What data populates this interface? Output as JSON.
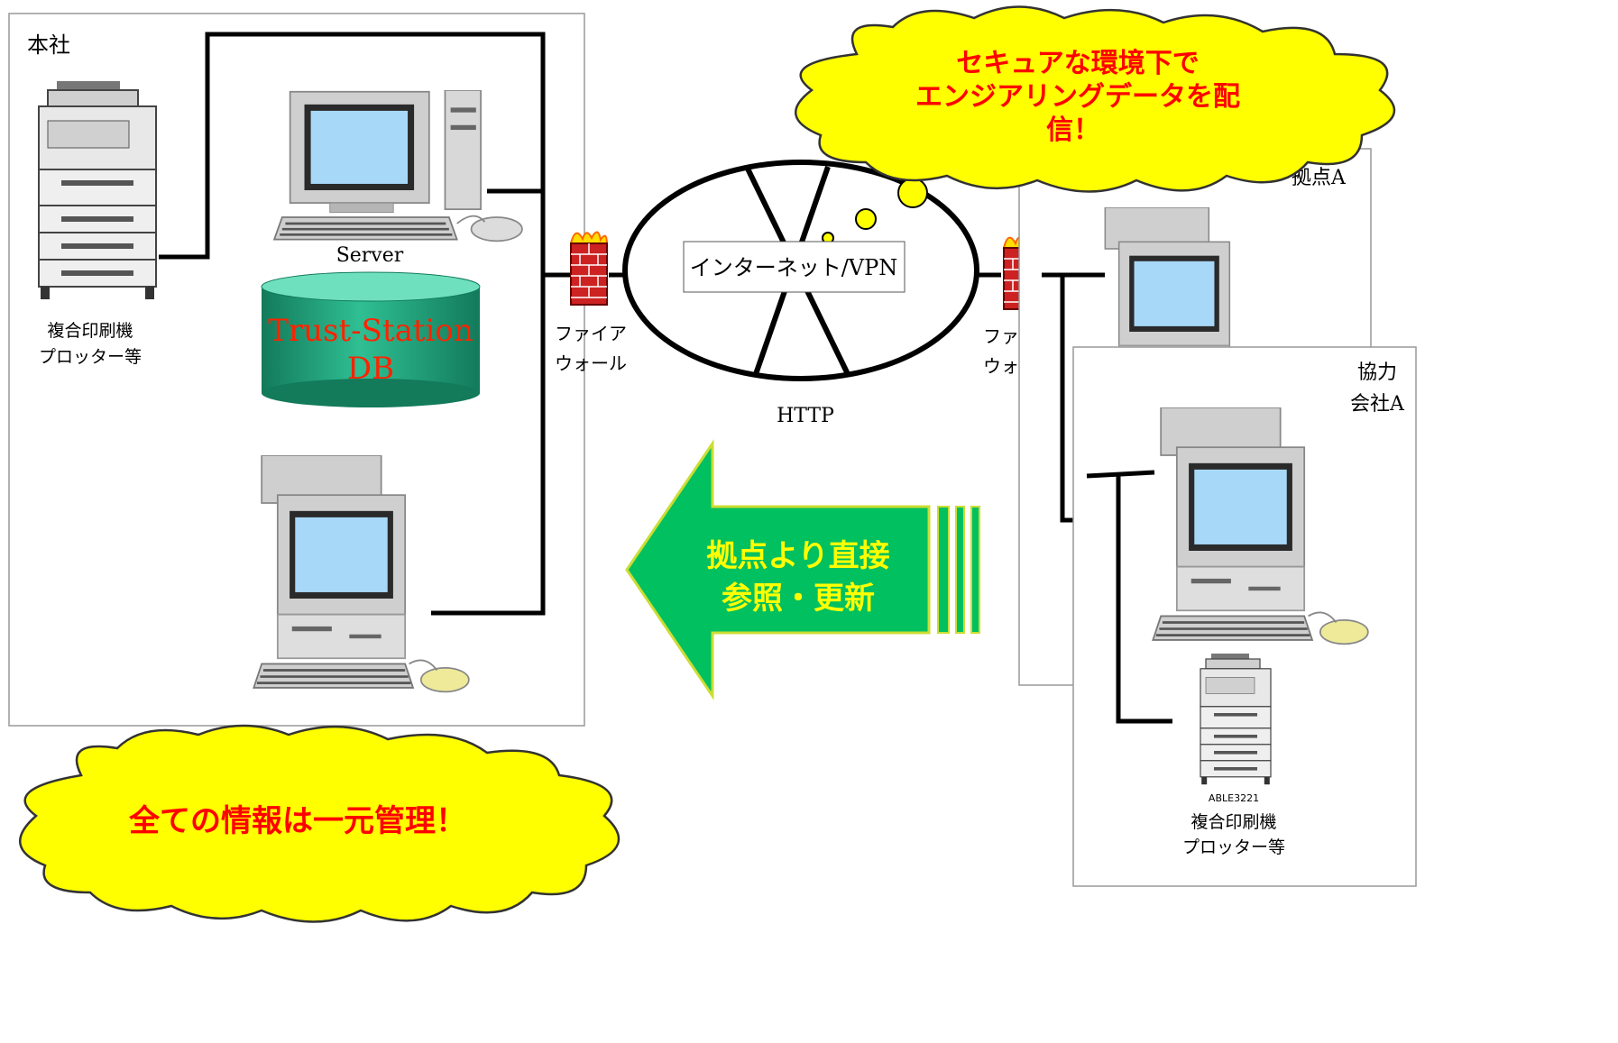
{
  "hq": {
    "label": "本社",
    "server_label": "Server",
    "db_line1": "Trust-Station",
    "db_line2": "DB",
    "printer_line1": "複合印刷機",
    "printer_line2": "プロッター等"
  },
  "network": {
    "internet_label": "インターネット/VPN",
    "protocol_label": "HTTP",
    "firewall_left_line1": "ファイア",
    "firewall_left_line2": "ウォール",
    "firewall_right_line1": "ファイア",
    "firewall_right_line2": "ウォール"
  },
  "branch": {
    "label": "拠点A"
  },
  "partner": {
    "label_line1": "協力",
    "label_line2": "会社A",
    "printer_model": "ABLE3221",
    "printer_line1": "複合印刷機",
    "printer_line2": "プロッター等"
  },
  "callouts": {
    "secure_line1": "セキュアな環境下で",
    "secure_line2": "エンジアリングデータを配",
    "secure_line3": "信！",
    "central": "全ての情報は一元管理！",
    "arrow_line1": "拠点より直接",
    "arrow_line2": "参照・更新"
  },
  "colors": {
    "cloud_fill": "#ffff00",
    "callout_text": "#ff0000",
    "arrow_fill": "#00c060",
    "arrow_text": "#ffff00",
    "db_fill": "#1f9e78",
    "db_text": "#ff2200",
    "screen": "#a8d8f8"
  }
}
